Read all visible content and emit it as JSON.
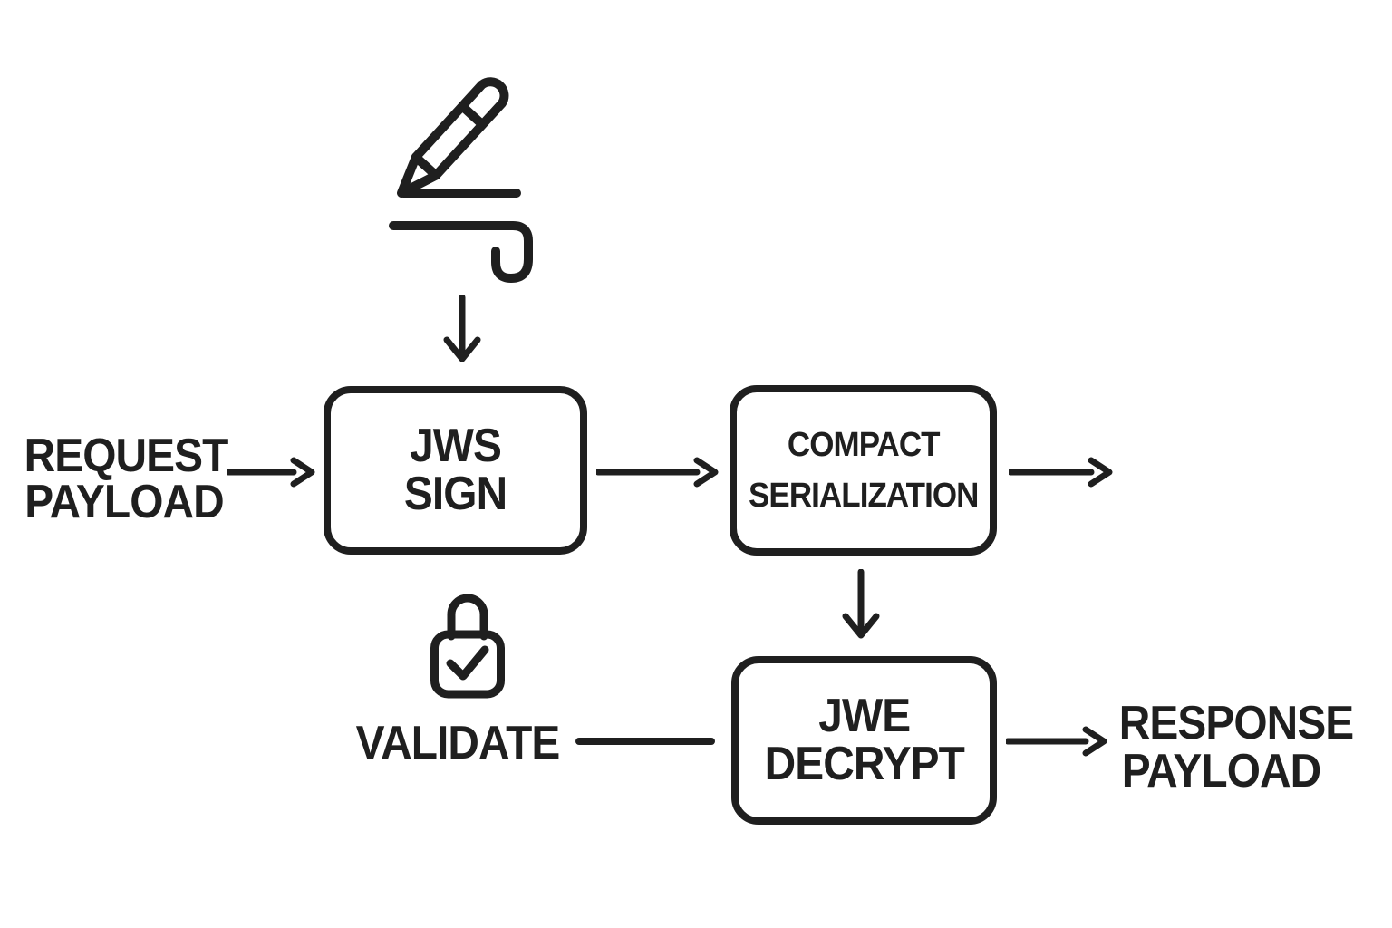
{
  "canvas": {
    "background": "#ffffff",
    "ink": "#1f1f1f"
  },
  "flow": {
    "request_label": {
      "line1": "REQUEST",
      "line2": "PAYLOAD"
    },
    "jws_box": {
      "line1": "JWS",
      "line2": "SIGN"
    },
    "compact_box": {
      "line1": "COMPACT",
      "line2": "SERIALIZATION"
    },
    "jwe_box": {
      "line1": "JWE",
      "line2": "DECRYPT"
    },
    "validate_label": {
      "text": "VALIDATE"
    },
    "response_label": {
      "line1": "RESPONSE",
      "line2": "PAYLOAD"
    }
  },
  "icons": [
    {
      "name": "pen-signature-icon"
    },
    {
      "name": "lock-check-icon"
    }
  ],
  "edges": [
    {
      "from": "pen-signature-icon",
      "to": "jws-sign",
      "kind": "arrow"
    },
    {
      "from": "request-payload",
      "to": "jws-sign",
      "kind": "arrow"
    },
    {
      "from": "jws-sign",
      "to": "compact-serialization",
      "kind": "arrow"
    },
    {
      "from": "compact-serialization",
      "to": "offscreen-right",
      "kind": "arrow"
    },
    {
      "from": "compact-serialization",
      "to": "jwe-decrypt",
      "kind": "arrow"
    },
    {
      "from": "validate",
      "to": "jwe-decrypt",
      "kind": "line"
    },
    {
      "from": "jwe-decrypt",
      "to": "response-payload",
      "kind": "arrow"
    }
  ]
}
